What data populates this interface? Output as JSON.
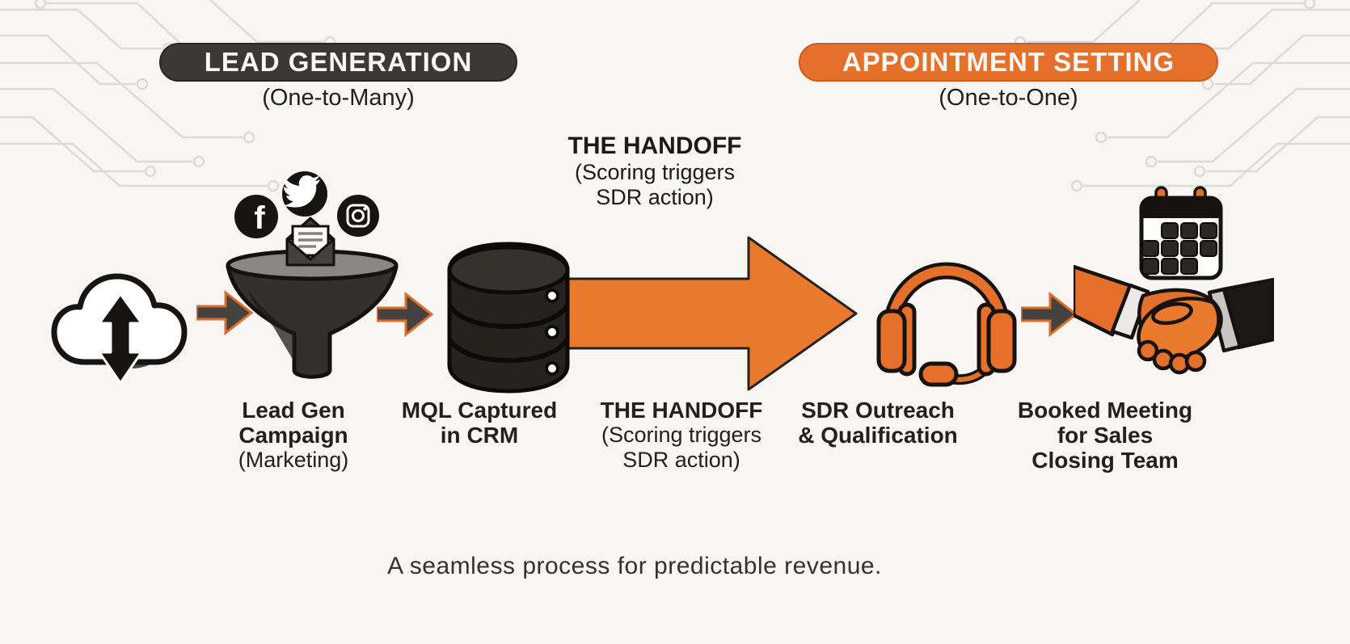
{
  "phases": {
    "lead_generation": {
      "badge": "LEAD GENERATION",
      "subtitle": "(One-to-Many)"
    },
    "appointment_setting": {
      "badge": "APPOINTMENT SETTING",
      "subtitle": "(One-to-One)"
    }
  },
  "handoff_callout": {
    "title": "THE HANDOFF",
    "subtitle_line1": "(Scoring triggers",
    "subtitle_line2": "SDR action)"
  },
  "steps": {
    "lead_gen_campaign": {
      "title_line1": "Lead Gen",
      "title_line2": "Campaign",
      "subtitle": "(Marketing)"
    },
    "mql_captured": {
      "title_line1": "MQL Captured",
      "title_line2": "in CRM"
    },
    "the_handoff": {
      "title": "THE HANDOFF",
      "subtitle_line1": "(Scoring triggers",
      "subtitle_line2": "SDR action)"
    },
    "sdr_outreach": {
      "title_line1": "SDR Outreach",
      "title_line2": "& Qualification"
    },
    "booked_meeting": {
      "title_line1": "Booked Meeting",
      "title_line2": "for Sales",
      "title_line3": "Closing Team"
    }
  },
  "icons": {
    "cloud": "cloud-sync-icon",
    "funnel": "marketing-funnel-icon",
    "facebook": "facebook-icon",
    "facebook_glyph": "f",
    "twitter": "twitter-icon",
    "instagram": "instagram-icon",
    "email": "email-envelope-icon",
    "database": "crm-database-icon",
    "handoff_arrow": "handoff-arrow-icon",
    "flow_arrow": "flow-arrow-icon",
    "headset": "sdr-headset-icon",
    "calendar": "calendar-icon",
    "handshake": "handshake-icon"
  },
  "tagline": "A seamless process for predictable revenue.",
  "colors": {
    "orange": "#E5702B",
    "orange_arrow": "#E8792D",
    "badge_dark": "#3B3937",
    "icon_dark": "#24211E",
    "text_dark": "#23201E",
    "background": "#F8F6F2",
    "circuit_line": "#DEDAD5"
  }
}
